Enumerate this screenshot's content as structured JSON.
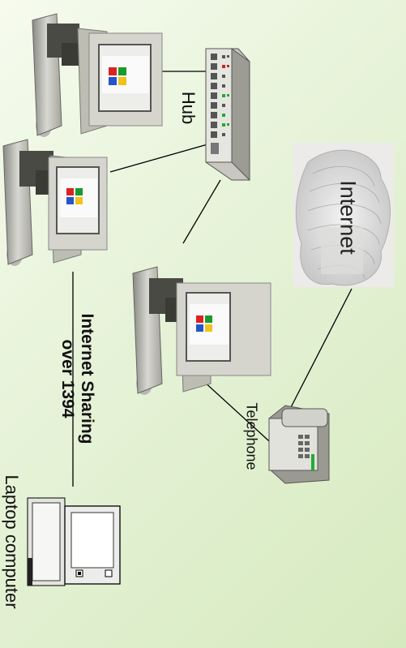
{
  "labels": {
    "hub": "Hub",
    "internet": "Internet",
    "telephone": "Telephone",
    "sharing_line1": "Internet Sharing",
    "sharing_line2": "over 1394",
    "laptop": "Laptop computer"
  },
  "colors": {
    "background": "#e3f1d3",
    "link": "#000000",
    "device_body": "#d6d6d0",
    "device_shade": "#9a9a90",
    "led_green": "#22aa33",
    "led_red": "#cc2222"
  },
  "icons": [
    "desktop-computer-icon",
    "hub-icon",
    "internet-cloud-icon",
    "telephone-icon",
    "laptop-icon"
  ]
}
